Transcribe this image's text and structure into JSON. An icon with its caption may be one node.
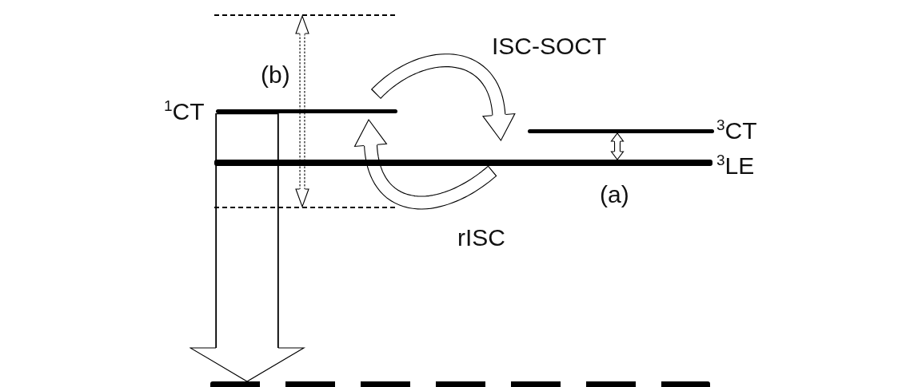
{
  "diagram": {
    "nodes": [
      {
        "text": [
          "$^{1}$CT"
        ]
      },
      {
        "text": [
          "$^{3}$LE"
        ]
      },
      {
        "text": [
          "$^{3}$CT"
        ]
      },
      {
        "text": [],
        "shape": "bar"
      },
      {
        "text": [],
        "shape": "bar"
      },
      {
        "text": [],
        "shape": "bar"
      }
    ],
    "edges": [
      {
        "from": 0,
        "to": 2,
        "arrow": "to",
        "label": "ISC-SOCT"
      },
      {
        "from": 1,
        "to": 0,
        "arrow": "to",
        "label": "rISC"
      },
      {
        "from": 2,
        "to": 1,
        "arrow": "both"
      },
      {
        "from": 4,
        "to": 5,
        "arrow": "both",
        "style": "dashed"
      },
      {
        "from": 0,
        "to": 3,
        "arrow": "to",
        "style": "thick"
      }
    ],
    "labels": [
      "(b)",
      "(a)"
    ]
  }
}
